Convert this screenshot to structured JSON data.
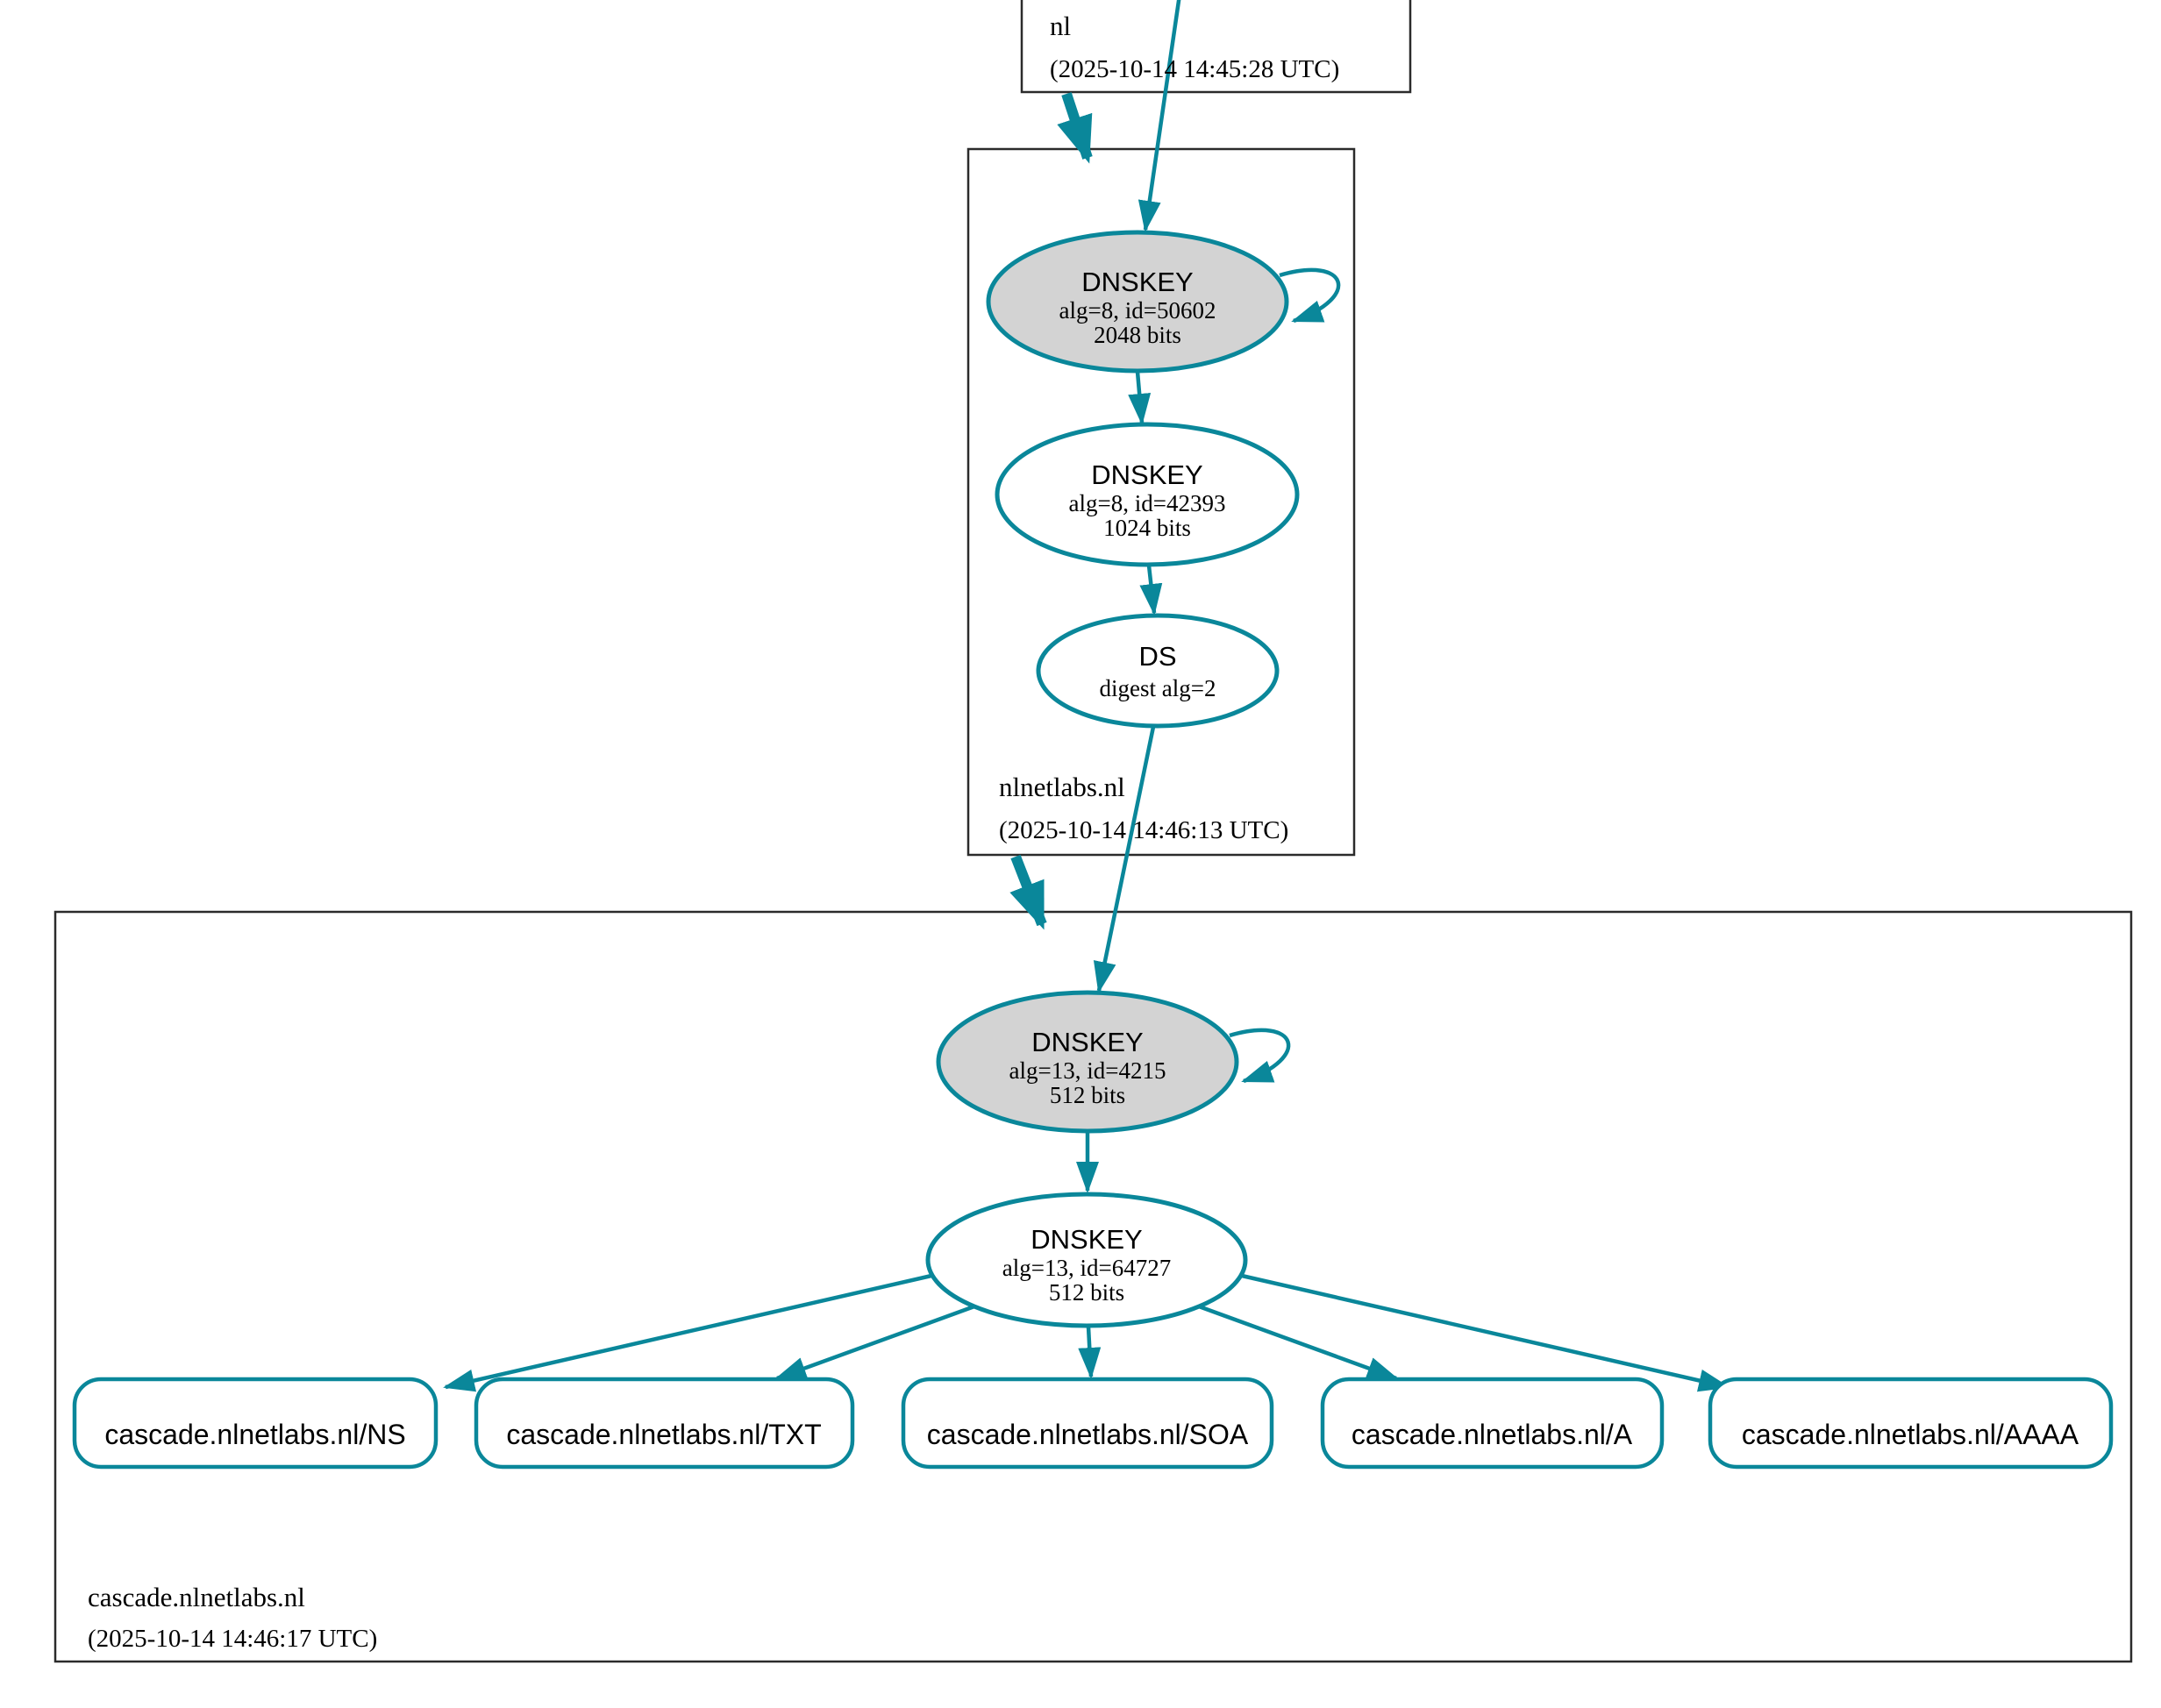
{
  "colors": {
    "edge_secure": "#0a879a",
    "sep_key_fill": "#d3d3d3",
    "node_fill": "#ffffff",
    "zone_border": "#2b2b2b",
    "text": "#000000",
    "background": "#ffffff"
  },
  "zones": [
    {
      "name": "nl",
      "timestamp": "(2025-10-14 14:45:28 UTC)"
    },
    {
      "name": "nlnetlabs.nl",
      "timestamp": "(2025-10-14 14:46:13 UTC)",
      "nodes": {
        "ksk": {
          "type": "DNSKEY",
          "params": "alg=8, id=50602",
          "size": "2048 bits"
        },
        "zsk": {
          "type": "DNSKEY",
          "params": "alg=8, id=42393",
          "size": "1024 bits"
        },
        "ds": {
          "type": "DS",
          "params": "digest alg=2"
        }
      }
    },
    {
      "name": "cascade.nlnetlabs.nl",
      "timestamp": "(2025-10-14 14:46:17 UTC)",
      "nodes": {
        "ksk": {
          "type": "DNSKEY",
          "params": "alg=13, id=4215",
          "size": "512 bits"
        },
        "zsk": {
          "type": "DNSKEY",
          "params": "alg=13, id=64727",
          "size": "512 bits"
        },
        "rrsets": [
          {
            "label": "cascade.nlnetlabs.nl/NS"
          },
          {
            "label": "cascade.nlnetlabs.nl/TXT"
          },
          {
            "label": "cascade.nlnetlabs.nl/SOA"
          },
          {
            "label": "cascade.nlnetlabs.nl/A"
          },
          {
            "label": "cascade.nlnetlabs.nl/AAAA"
          }
        ]
      }
    }
  ]
}
